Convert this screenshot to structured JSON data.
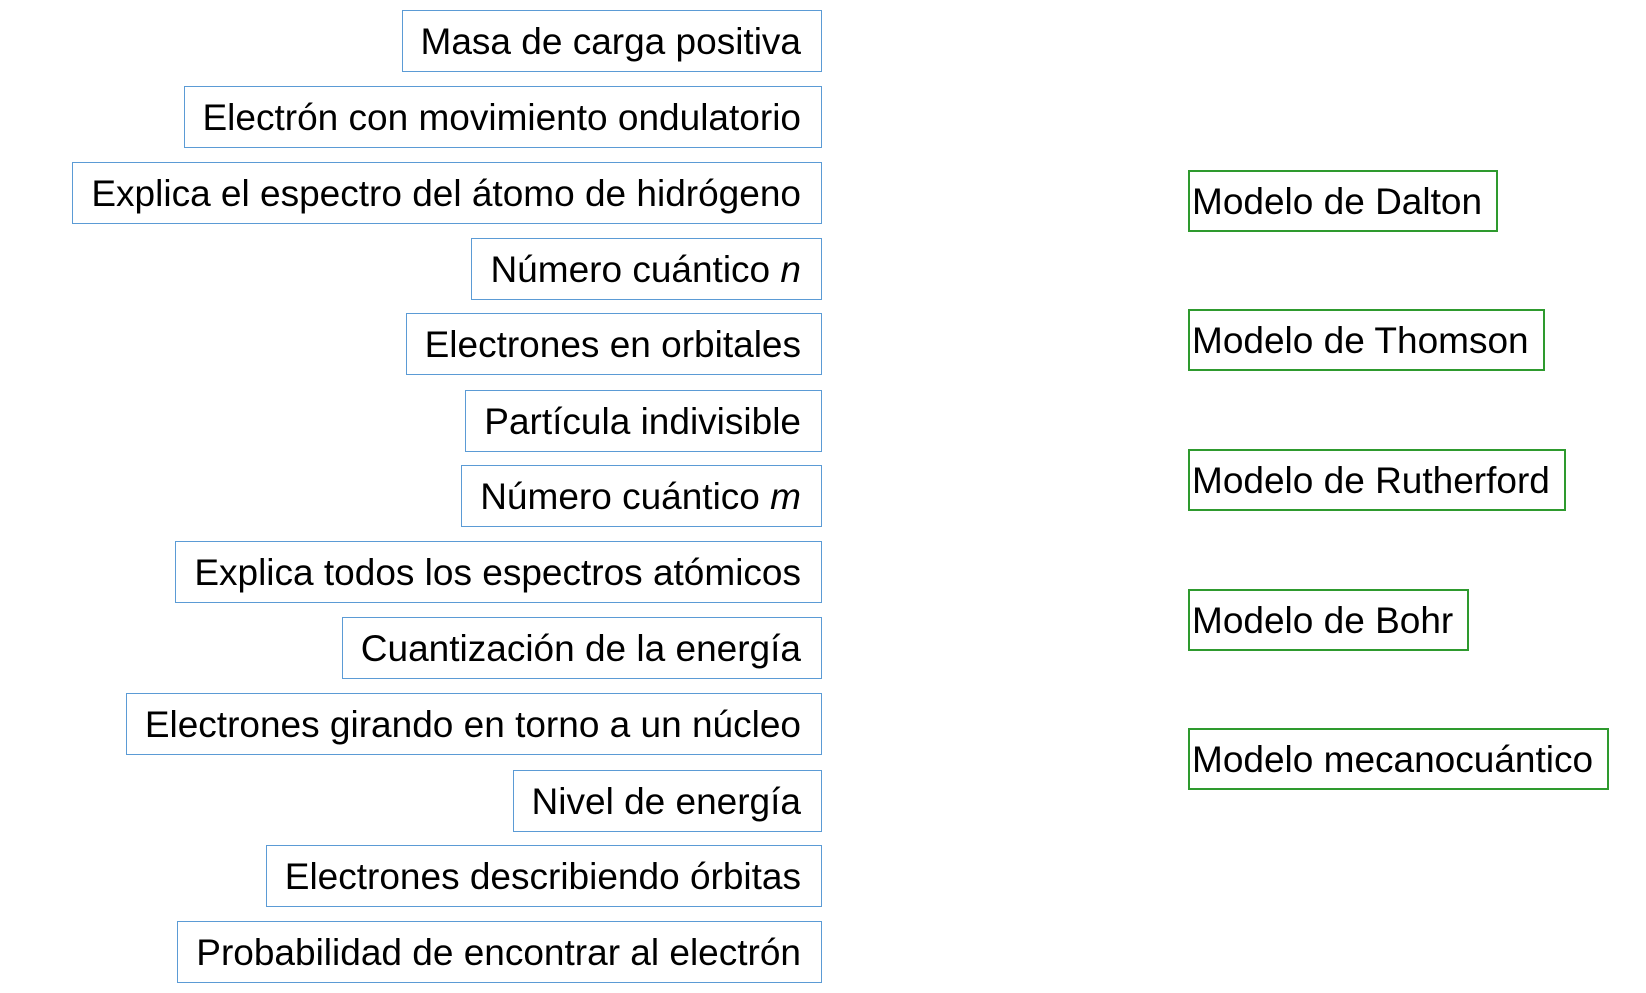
{
  "colors": {
    "property_border": "#5b9bd5",
    "model_border": "#2e9a2e",
    "text": "#000000",
    "background": "#ffffff"
  },
  "properties": [
    {
      "text": "Masa de carga positiva"
    },
    {
      "text": "Electrón con movimiento ondulatorio"
    },
    {
      "text": "Explica el espectro del átomo de hidrógeno"
    },
    {
      "text": "Número cuántico ",
      "italic": "n"
    },
    {
      "text": "Electrones en orbitales"
    },
    {
      "text": "Partícula indivisible"
    },
    {
      "text": "Número cuántico ",
      "italic": "m"
    },
    {
      "text": "Explica todos los espectros atómicos"
    },
    {
      "text": "Cuantización de la energía"
    },
    {
      "text": "Electrones girando en torno a un núcleo"
    },
    {
      "text": "Nivel de energía"
    },
    {
      "text": "Electrones describiendo órbitas"
    },
    {
      "text": "Probabilidad de encontrar al electrón"
    }
  ],
  "models": [
    {
      "text": "Modelo de Dalton"
    },
    {
      "text": "Modelo de Thomson"
    },
    {
      "text": "Modelo de Rutherford"
    },
    {
      "text": "Modelo de Bohr"
    },
    {
      "text": "Modelo mecanocuántico"
    }
  ]
}
